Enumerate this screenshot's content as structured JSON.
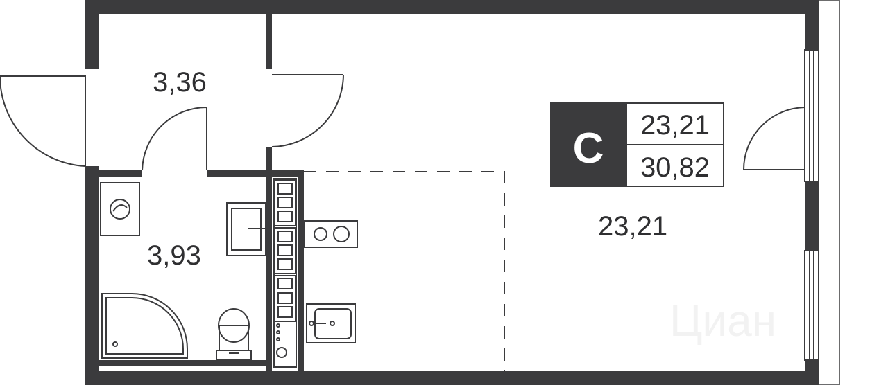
{
  "plan": {
    "rooms": [
      {
        "name": "hallway",
        "area": "3,36"
      },
      {
        "name": "bathroom",
        "area": "3,93"
      },
      {
        "name": "living-room",
        "area": "23,21"
      }
    ],
    "legend": {
      "type_letter": "С",
      "living_area": "23,21",
      "total_area": "30,82"
    },
    "watermark": "Циан",
    "colors": {
      "wall": "#3b3b3d",
      "background": "#ffffff"
    }
  }
}
